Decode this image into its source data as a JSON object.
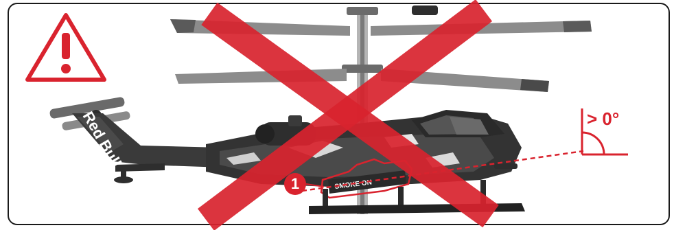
{
  "warning": {
    "icon": "warning-triangle-icon",
    "symbol": "!"
  },
  "angle": {
    "label": "> 0°"
  },
  "callout": {
    "number": "1",
    "label": "SMOKE ON"
  },
  "livery": {
    "text": "Red Bull"
  },
  "colors": {
    "accent": "#d9232e",
    "body_dark": "#3a3a3a",
    "frame": "#1a1a1a"
  }
}
